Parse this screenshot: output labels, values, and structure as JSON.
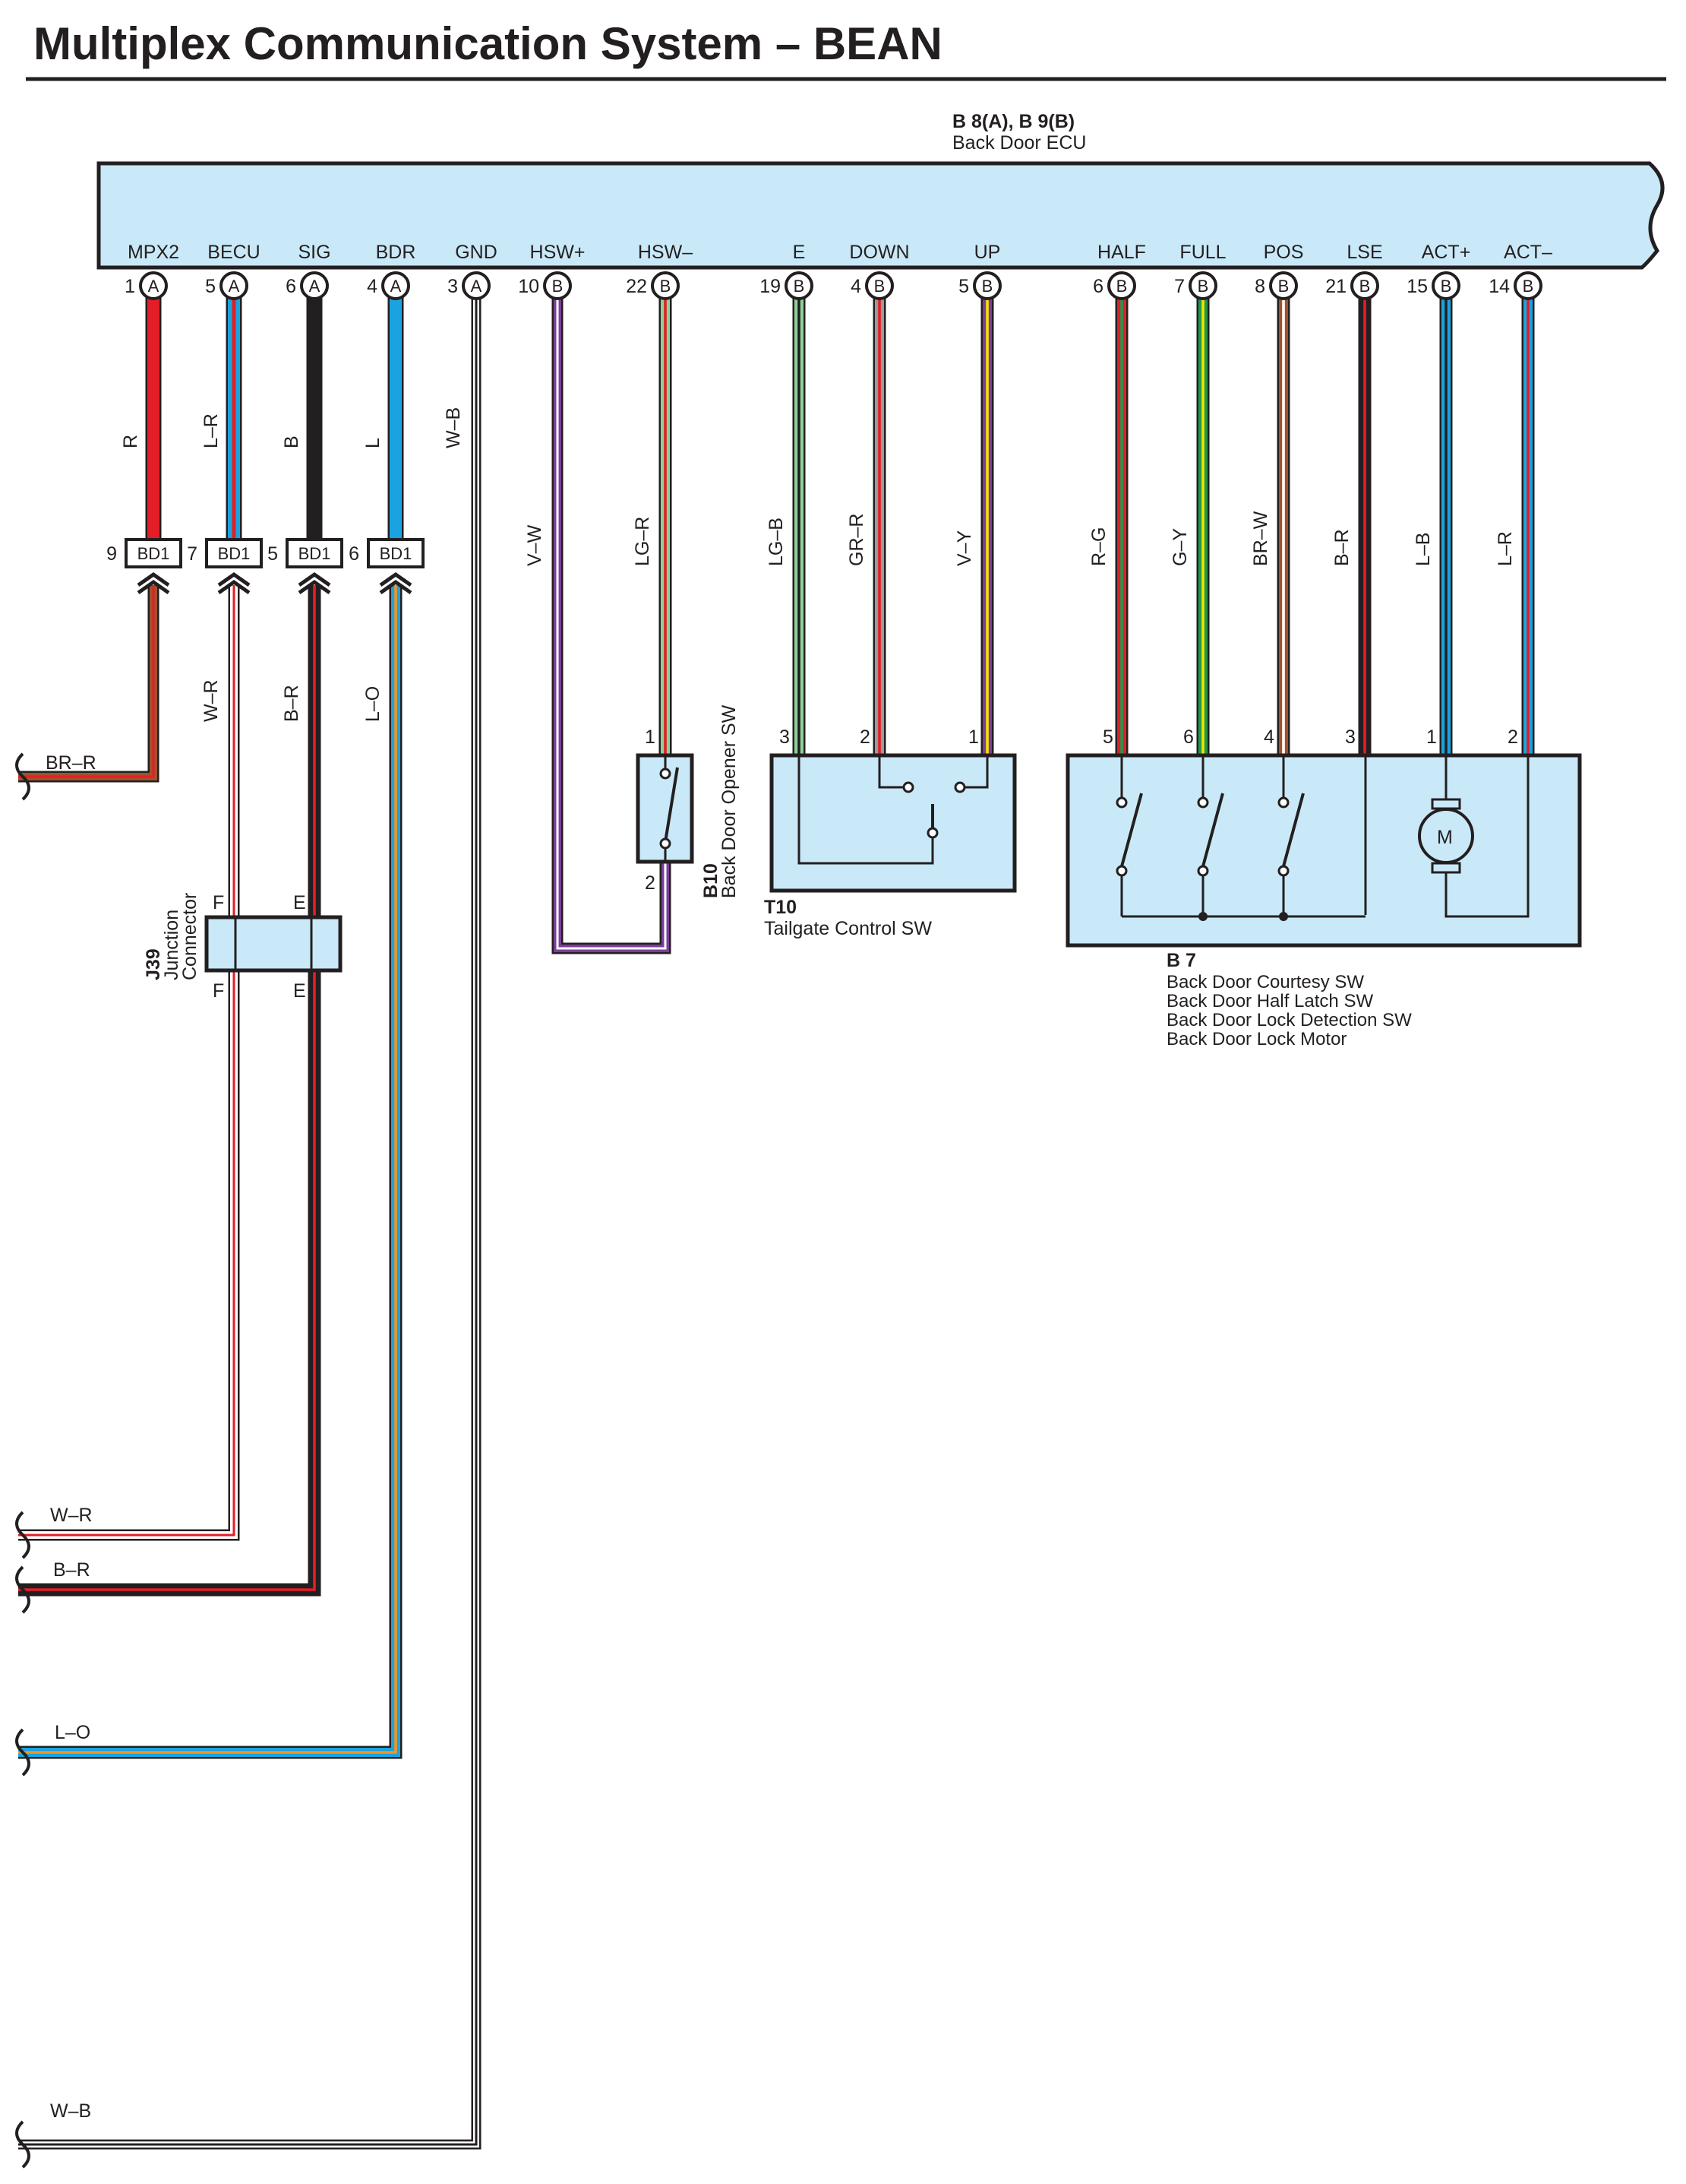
{
  "title": "Multiplex Communication System – BEAN",
  "colors": {
    "ecu_fill": "#c9e9f8",
    "outline": "#231f20",
    "R": "#e41e26",
    "B": "#231f20",
    "L": "#1aa3e0",
    "W": "#ffffff",
    "V": "#7a3f98",
    "LG": "#8ecf9a",
    "G": "#1f9a4b",
    "GR": "#9a9a9a",
    "Y": "#f5e300",
    "BR": "#a0522d",
    "O": "#f7941d"
  },
  "ecu": {
    "ref": "B 8(A), B 9(B)",
    "name": "Back Door ECU",
    "terminals": [
      {
        "label": "MPX2",
        "pin": "1",
        "conn": "A"
      },
      {
        "label": "BECU",
        "pin": "5",
        "conn": "A"
      },
      {
        "label": "SIG",
        "pin": "6",
        "conn": "A"
      },
      {
        "label": "BDR",
        "pin": "4",
        "conn": "A"
      },
      {
        "label": "GND",
        "pin": "3",
        "conn": "A"
      },
      {
        "label": "HSW+",
        "pin": "10",
        "conn": "B"
      },
      {
        "label": "HSW–",
        "pin": "22",
        "conn": "B"
      },
      {
        "label": "E",
        "pin": "19",
        "conn": "B"
      },
      {
        "label": "DOWN",
        "pin": "4",
        "conn": "B"
      },
      {
        "label": "UP",
        "pin": "5",
        "conn": "B"
      },
      {
        "label": "HALF",
        "pin": "6",
        "conn": "B"
      },
      {
        "label": "FULL",
        "pin": "7",
        "conn": "B"
      },
      {
        "label": "POS",
        "pin": "8",
        "conn": "B"
      },
      {
        "label": "LSE",
        "pin": "21",
        "conn": "B"
      },
      {
        "label": "ACT+",
        "pin": "15",
        "conn": "B"
      },
      {
        "label": "ACT–",
        "pin": "14",
        "conn": "B"
      }
    ]
  },
  "wires_upper": [
    "R",
    "L–R",
    "B",
    "L",
    "W–B",
    "V–W",
    "LG–R",
    "LG–B",
    "GR–R",
    "V–Y",
    "R–G",
    "G–Y",
    "BR–W",
    "B–R",
    "L–B",
    "L–R"
  ],
  "bd1": {
    "name": "BD1",
    "pins": [
      "9",
      "7",
      "5",
      "6"
    ],
    "wires_below": [
      "W–R",
      "B–R",
      "L–O"
    ]
  },
  "offpage": [
    "BR–R",
    "W–R",
    "B–R",
    "L–O",
    "W–B"
  ],
  "junction": {
    "ref": "J39",
    "name": "Junction",
    "name2": "Connector",
    "pins": [
      "F",
      "E",
      "F",
      "E"
    ]
  },
  "b10": {
    "ref": "B10",
    "name": "Back Door Opener SW",
    "pin_top": "1",
    "pin_bottom": "2"
  },
  "t10": {
    "ref": "T10",
    "name": "Tailgate Control SW",
    "pins": [
      "3",
      "2",
      "1"
    ]
  },
  "b7": {
    "ref": "B 7",
    "pins": [
      "5",
      "6",
      "4",
      "3",
      "1",
      "2"
    ],
    "motor": "M",
    "lines": [
      "Back Door Courtesy SW",
      "Back Door Half Latch SW",
      "Back Door Lock Detection SW",
      "Back Door Lock Motor"
    ]
  }
}
